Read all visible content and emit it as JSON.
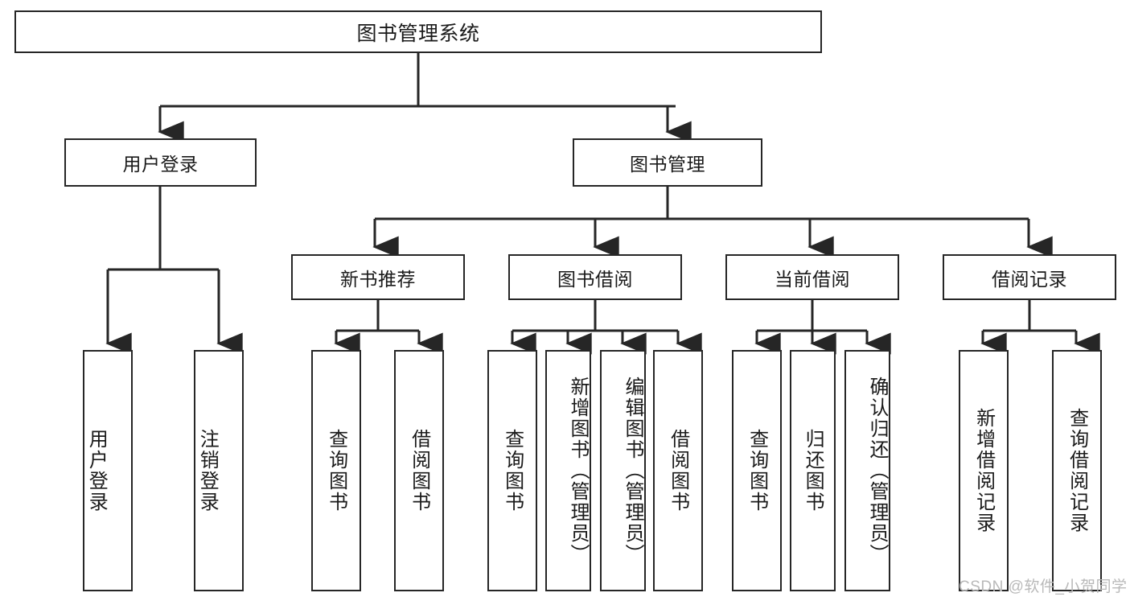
{
  "diagram": {
    "title": "图书管理系统",
    "watermark": "CSDN @软件_小贺同学",
    "stroke_color": "#262626",
    "background_color": "#ffffff",
    "text_color": "#1a1a1a",
    "watermark_color": "#b9b9b9",
    "type": "tree-hierarchy-diagram",
    "levels": 4,
    "root": {
      "label": "图书管理系统",
      "children": [
        {
          "label": "用户登录",
          "children": [
            {
              "label": "用户登录"
            },
            {
              "label": "注销登录"
            }
          ]
        },
        {
          "label": "图书管理",
          "children": [
            {
              "label": "新书推荐",
              "children": [
                {
                  "label": "查询图书"
                },
                {
                  "label": "借阅图书"
                }
              ]
            },
            {
              "label": "图书借阅",
              "children": [
                {
                  "label": "查询图书"
                },
                {
                  "label": "新增图书（管理员）"
                },
                {
                  "label": "编辑图书（管理员）"
                },
                {
                  "label": "借阅图书"
                }
              ]
            },
            {
              "label": "当前借阅",
              "children": [
                {
                  "label": "查询图书"
                },
                {
                  "label": "归还图书"
                },
                {
                  "label": "确认归还（管理员）"
                }
              ]
            },
            {
              "label": "借阅记录",
              "children": [
                {
                  "label": "新增借阅记录"
                },
                {
                  "label": "查询借阅记录"
                }
              ]
            }
          ]
        }
      ]
    },
    "nodes": {
      "root": "图书管理系统",
      "user_login": "用户登录",
      "book_manage": "图书管理",
      "new_book_rec": "新书推荐",
      "book_borrow": "图书借阅",
      "current_borrow": "当前借阅",
      "borrow_record": "借阅记录",
      "leaf_user_login": "用户登录",
      "leaf_logout": "注销登录",
      "leaf_query_book_1": "查询图书",
      "leaf_borrow_book_1": "借阅图书",
      "leaf_query_book_2": "查询图书",
      "leaf_add_book": "新增图书（管理员）",
      "leaf_edit_book": "编辑图书（管理员）",
      "leaf_borrow_book_2": "借阅图书",
      "leaf_query_book_3": "查询图书",
      "leaf_return_book": "归还图书",
      "leaf_confirm_return": "确认归还（管理员）",
      "leaf_add_record": "新增借阅记录",
      "leaf_query_record": "查询借阅记录"
    }
  }
}
